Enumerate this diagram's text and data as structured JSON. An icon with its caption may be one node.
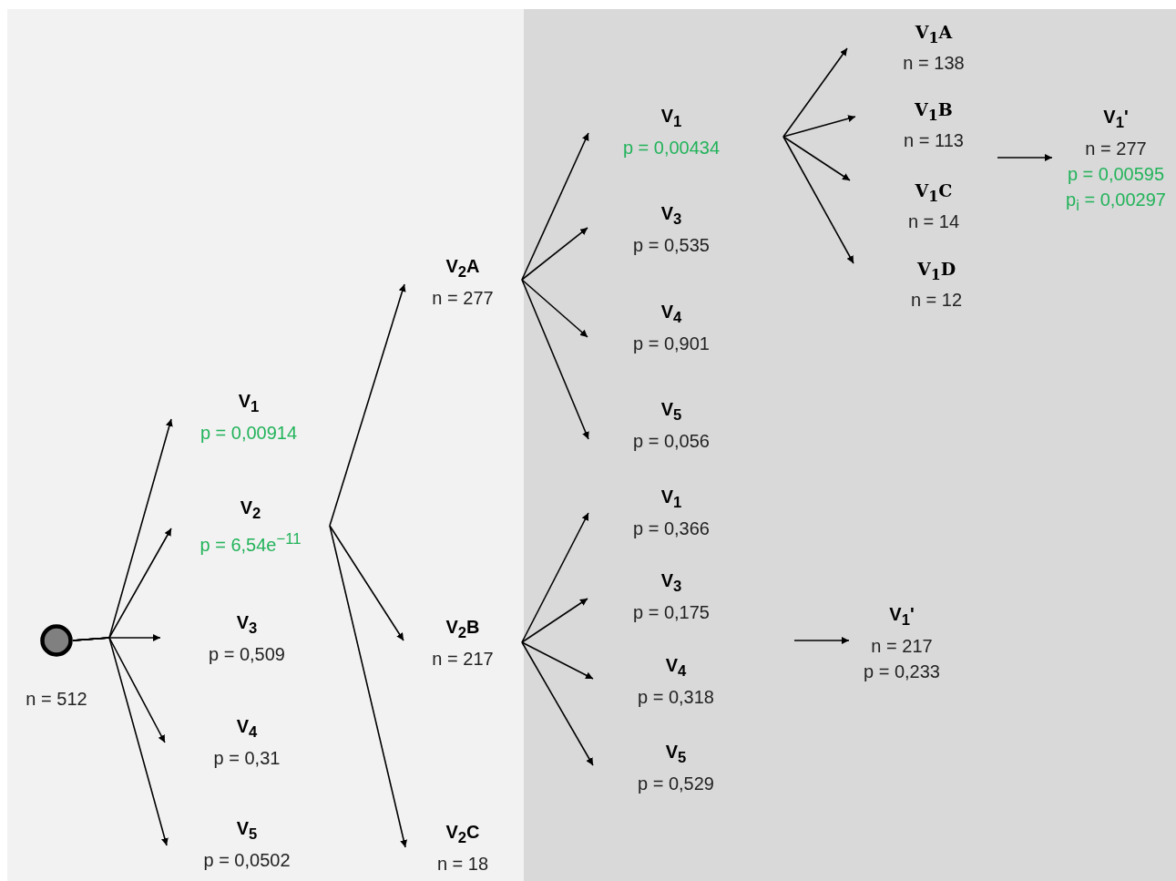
{
  "diagram": {
    "nodes": [
      {
        "text": [],
        "shape": "circle",
        "beside": [
          "n = 512"
        ]
      },
      {
        "text": [
          "V$_{1}$",
          "p = 0,00914"
        ]
      },
      {
        "text": [
          "V$_{2}$",
          "p = 6,54e$^{−11}$"
        ]
      },
      {
        "text": [
          "V$_{3}$",
          "p = 0,509"
        ]
      },
      {
        "text": [
          "V$_{4}$",
          "p = 0,31"
        ]
      },
      {
        "text": [
          "V$_{5}$",
          "p = 0,0502"
        ]
      },
      {
        "text": [
          "V$_{2}$A",
          "n = 277"
        ]
      },
      {
        "text": [
          "V$_{2}$B",
          "n = 217"
        ]
      },
      {
        "text": [
          "V$_{2}$C",
          "n = 18"
        ]
      },
      {
        "text": [
          "V$_{1}$",
          "p = 0,00434"
        ]
      },
      {
        "text": [
          "V$_{3}$",
          "p = 0,535"
        ]
      },
      {
        "text": [
          "V$_{4}$",
          "p = 0,901"
        ]
      },
      {
        "text": [
          "V$_{5}$",
          "p = 0,056"
        ]
      },
      {
        "text": [
          "V$_{1}$A",
          "n = 138"
        ]
      },
      {
        "text": [
          "V$_{1}$B",
          "n = 113"
        ]
      },
      {
        "text": [
          "V$_{1}$C",
          "n = 14"
        ]
      },
      {
        "text": [
          "V$_{1}$D",
          "n = 12"
        ]
      },
      {
        "text": [
          "V$_{1}$'",
          "n = 277",
          "p = 0,00595",
          "p$_{i}$ = 0,00297"
        ]
      },
      {
        "text": [
          "V$_{1}$",
          "p = 0,366"
        ]
      },
      {
        "text": [
          "V$_{3}$",
          "p = 0,175"
        ]
      },
      {
        "text": [
          "V$_{4}$",
          "p = 0,318"
        ]
      },
      {
        "text": [
          "V$_{5}$",
          "p = 0,529"
        ]
      },
      {
        "text": [
          "V$_{1}$'",
          "n = 217",
          "p = 0,233"
        ]
      }
    ],
    "edges": [
      {
        "from": 0,
        "to": 1,
        "arrow": "to"
      },
      {
        "from": 0,
        "to": 2,
        "arrow": "to"
      },
      {
        "from": 0,
        "to": 3,
        "arrow": "to"
      },
      {
        "from": 0,
        "to": 4,
        "arrow": "to"
      },
      {
        "from": 0,
        "to": 5,
        "arrow": "to"
      },
      {
        "from": 2,
        "to": 6,
        "arrow": "to"
      },
      {
        "from": 2,
        "to": 7,
        "arrow": "to"
      },
      {
        "from": 2,
        "to": 8,
        "arrow": "to"
      },
      {
        "from": 6,
        "to": 9,
        "arrow": "to"
      },
      {
        "from": 6,
        "to": 10,
        "arrow": "to"
      },
      {
        "from": 6,
        "to": 11,
        "arrow": "to"
      },
      {
        "from": 6,
        "to": 12,
        "arrow": "to"
      },
      {
        "from": 9,
        "to": 13,
        "arrow": "to"
      },
      {
        "from": 9,
        "to": 14,
        "arrow": "to"
      },
      {
        "from": 9,
        "to": 15,
        "arrow": "to"
      },
      {
        "from": 9,
        "to": 16,
        "arrow": "to"
      },
      {
        "from": null,
        "to": 17,
        "arrow": "to"
      },
      {
        "from": 7,
        "to": 18,
        "arrow": "to"
      },
      {
        "from": 7,
        "to": 19,
        "arrow": "to"
      },
      {
        "from": 7,
        "to": 20,
        "arrow": "to"
      },
      {
        "from": 7,
        "to": 21,
        "arrow": "to"
      },
      {
        "from": null,
        "to": 22,
        "arrow": "to"
      }
    ]
  }
}
